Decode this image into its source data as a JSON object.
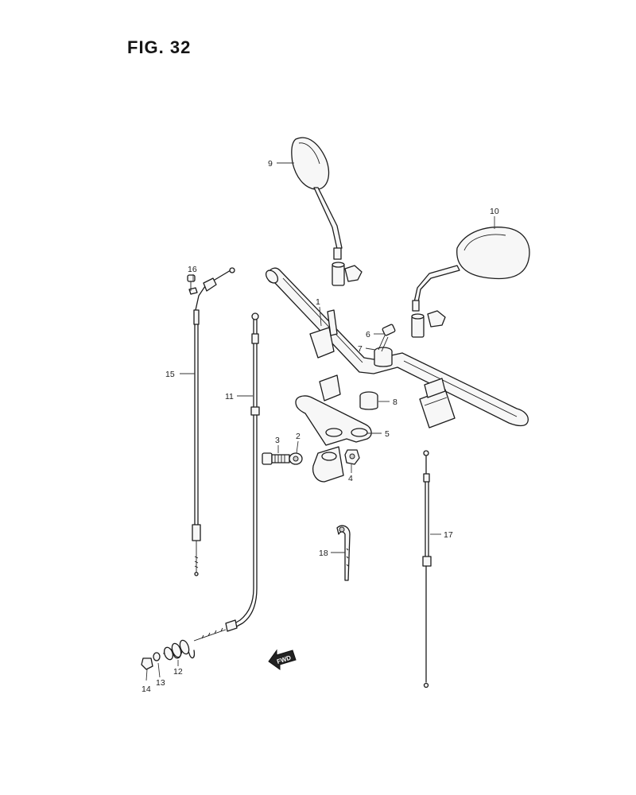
{
  "figure": {
    "title": "FIG. 32"
  },
  "callouts": [
    "1",
    "2",
    "3",
    "4",
    "5",
    "6",
    "7",
    "8",
    "9",
    "10",
    "11",
    "12",
    "13",
    "14",
    "15",
    "16",
    "17",
    "18"
  ],
  "fwd_label": "FWD"
}
